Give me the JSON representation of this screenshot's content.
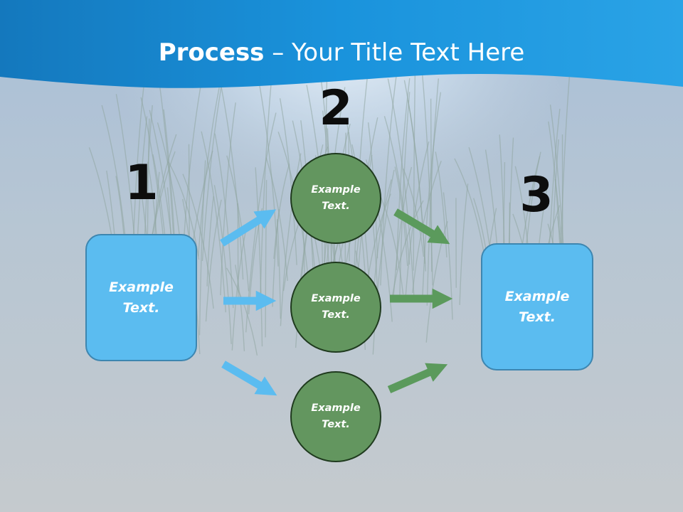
{
  "slide": {
    "title_bold": "Process",
    "title_rest": " – Your Title Text Here",
    "colors": {
      "header": "#1a8fd6",
      "box_fill": "#5bbcf0",
      "circle_fill": "#63965f",
      "blue_arrow": "#5bbcf0",
      "green_arrow": "#5b9a5c"
    }
  },
  "steps": [
    {
      "number": "1",
      "label": "Example\nText."
    },
    {
      "number": "2",
      "label": "Example\nText."
    },
    {
      "number": "3",
      "label": "Example\nText."
    }
  ],
  "circles": [
    {
      "label": "Example\nText."
    },
    {
      "label": "Example\nText."
    },
    {
      "label": "Example\nText."
    }
  ]
}
